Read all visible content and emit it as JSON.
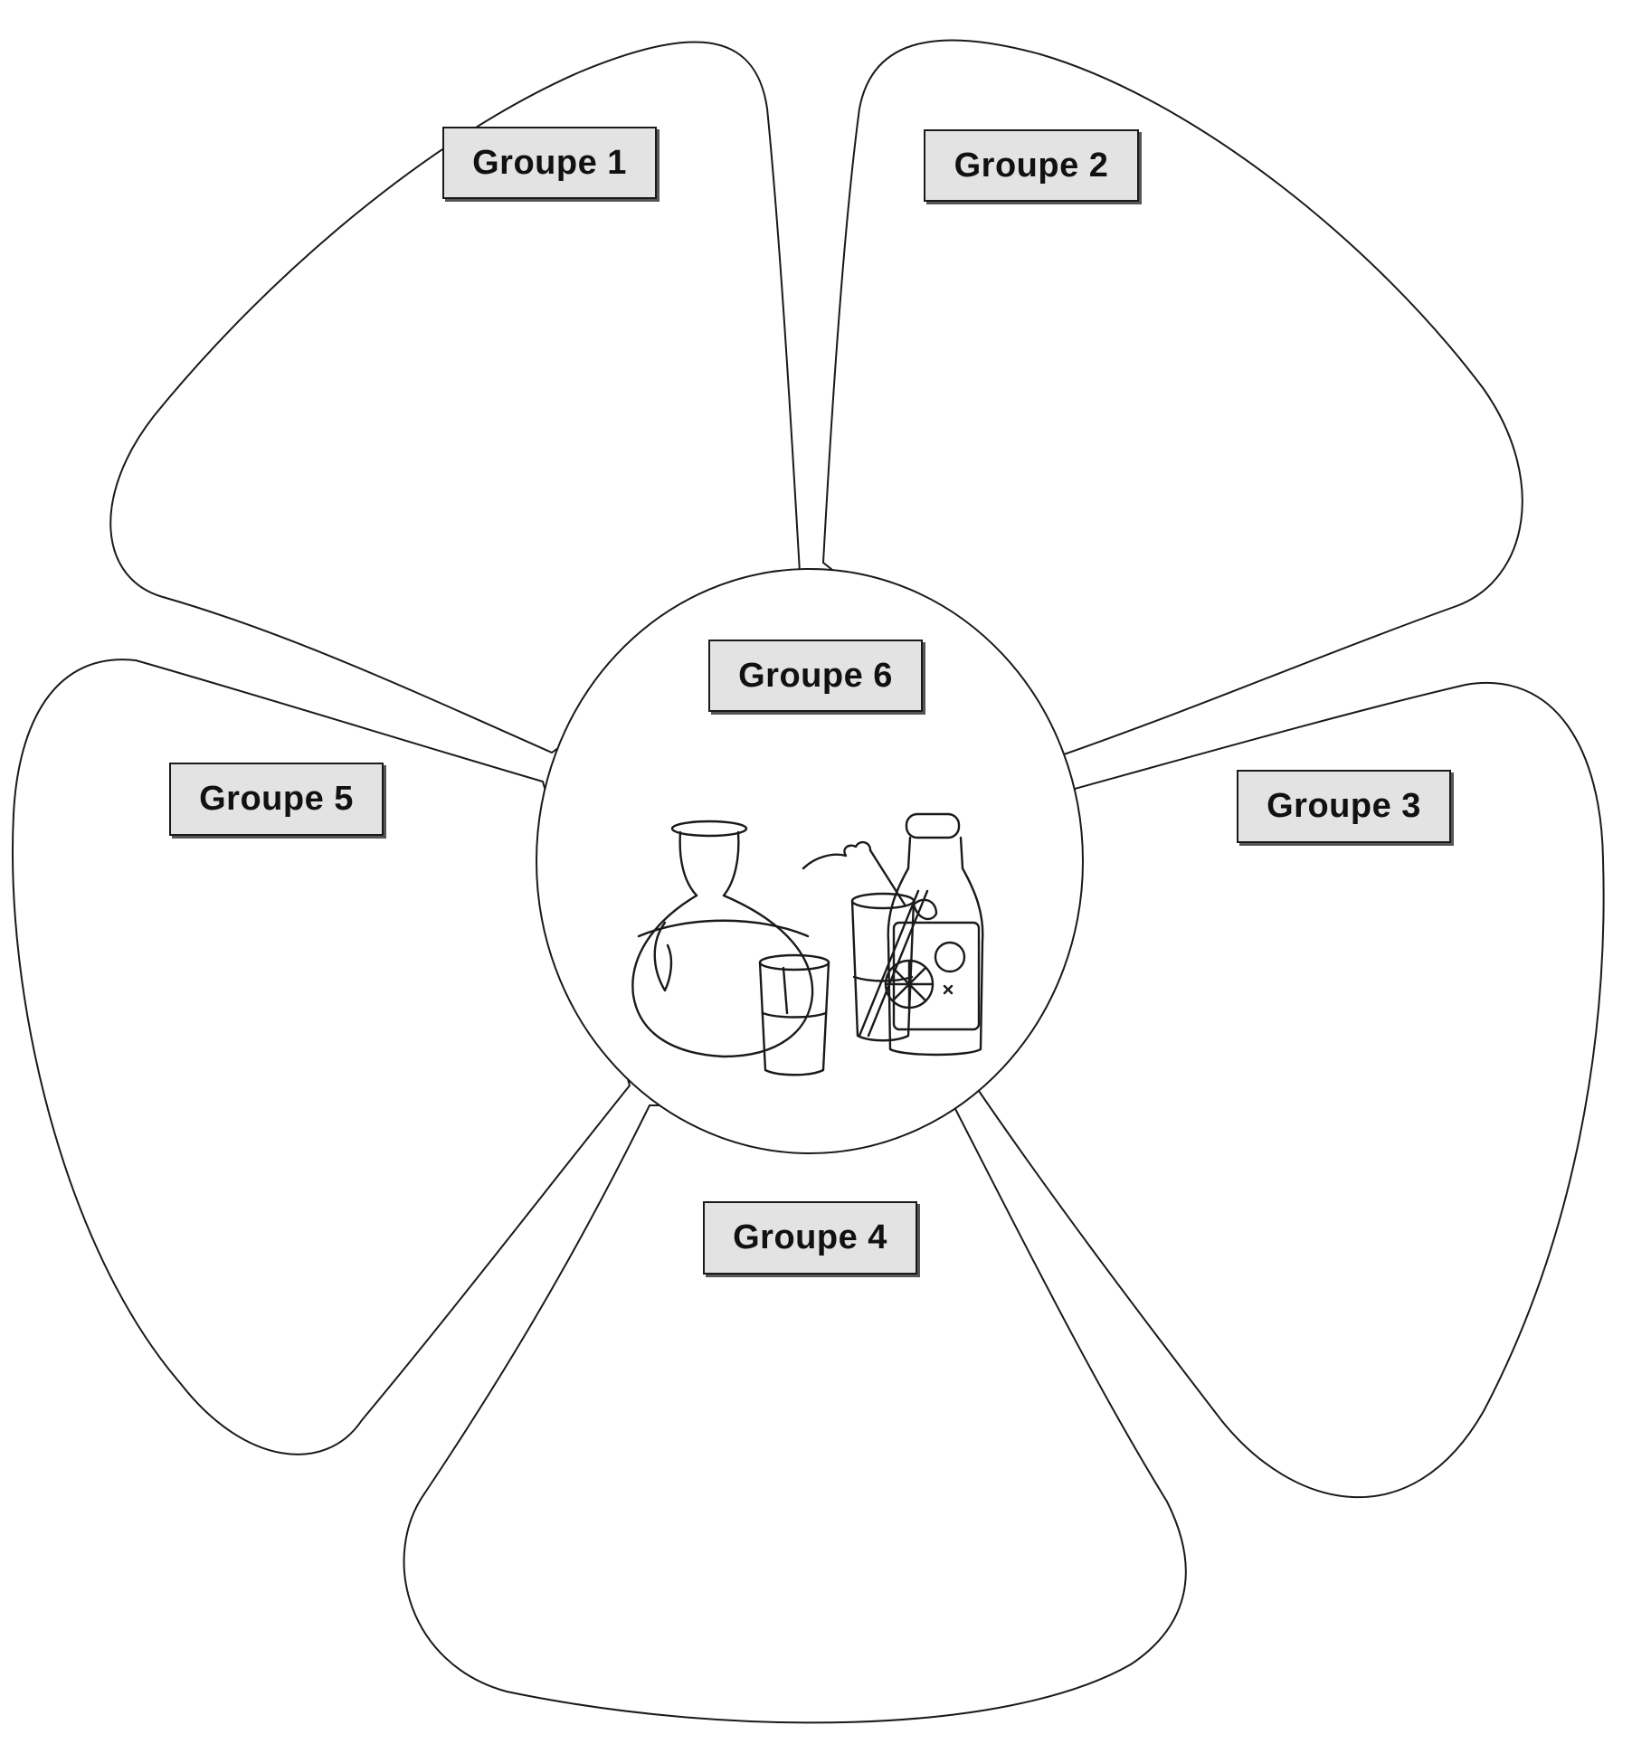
{
  "diagram": {
    "groups": [
      {
        "id": "g1",
        "label": "Groupe 1"
      },
      {
        "id": "g2",
        "label": "Groupe 2"
      },
      {
        "id": "g3",
        "label": "Groupe 3"
      },
      {
        "id": "g4",
        "label": "Groupe 4"
      },
      {
        "id": "g5",
        "label": "Groupe 5"
      },
      {
        "id": "g6",
        "label": "Groupe 6"
      }
    ],
    "center_illustration": "drinks-icon",
    "colors": {
      "outline": "#1a1a1a",
      "label_fill": "#e3e3e3",
      "background": "#ffffff"
    }
  }
}
